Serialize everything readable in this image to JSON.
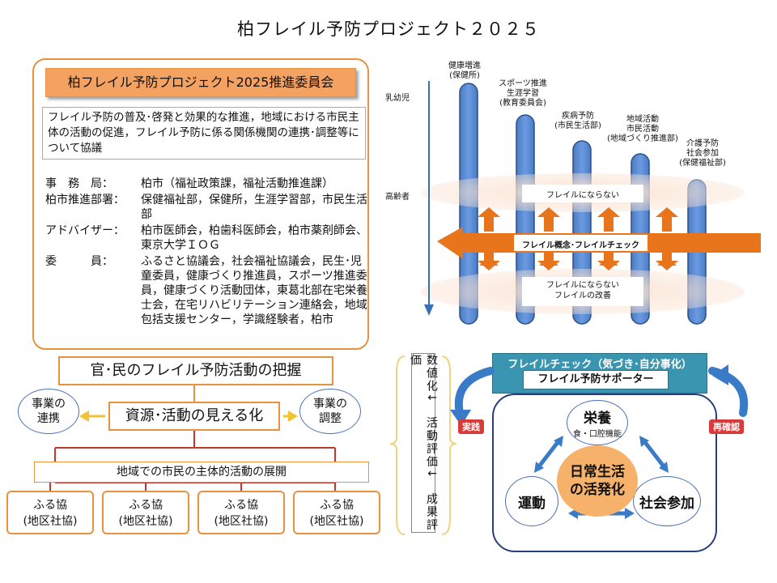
{
  "title": "柏フレイル予防プロジェクト２０２５",
  "committee": {
    "heading": "柏フレイル予防プロジェクト2025推進委員会",
    "description": "フレイル予防の普及･啓発と効果的な推進，地域における市民主体の活動の促進，フレイル予防に係る関係機関の連携･調整等について協議",
    "members": [
      {
        "label": "事　務　局：",
        "value": "柏市（福祉政策課，福祉活動推進課）"
      },
      {
        "label": "柏市推進部署：",
        "value": "保健福祉部，保健所，生涯学習部，市民生活部"
      },
      {
        "label": "アドバイザー：",
        "value": "柏市医師会，柏歯科医師会，柏市薬剤師会、東京大学ＩＯＧ"
      },
      {
        "label": "委　　　員：",
        "value": "ふるさと協議会，社会福祉協議会，民生･児童委員，健康づくり推進員，スポーツ推進委員，健康づくり活動団体，東葛北部在宅栄養士会，在宅リハビリテーション連絡会，地域包括支援センター，学識経験者，柏市"
      }
    ]
  },
  "activity": {
    "kanmin": "官･民のフレイル予防活動の把握",
    "mieruka": "資源･活動の見える化",
    "renkei": "事業の\n連携",
    "chosei": "事業の\n調整",
    "tenkai": "地域での市民の主体的活動の展開",
    "furu": [
      {
        "line1": "ふる協",
        "line2": "(地区社協)"
      },
      {
        "line1": "ふる協",
        "line2": "(地区社協)"
      },
      {
        "line1": "ふる協",
        "line2": "(地区社協)"
      },
      {
        "line1": "ふる協",
        "line2": "(地区社協)"
      }
    ]
  },
  "evaluation": "数値化↓　活動評価↓　成果評価",
  "pillars": {
    "age_top": "乳幼児",
    "age_bottom": "高齢者",
    "items": [
      {
        "l1": "健康増進",
        "l2": "(保健所)",
        "l3": ""
      },
      {
        "l1": "スポーツ推進",
        "l2": "生涯学習",
        "l3": "(教育委員会)"
      },
      {
        "l1": "疾病予防",
        "l2": "(市民生活部)",
        "l3": ""
      },
      {
        "l1": "地域活動",
        "l2": "市民活動",
        "l3": "(地域づくり推進部)"
      },
      {
        "l1": "介護予防",
        "l2": "社会参加",
        "l3": "(保健福祉部)"
      }
    ],
    "band_top": "フレイルにならない",
    "band_arrow": "フレイル概念･フレイルチェック",
    "band_bottom_1": "フレイルにならない",
    "band_bottom_2": "フレイルの改善"
  },
  "cycle": {
    "check": "フレイルチェック（気づき･自分事化）",
    "supporter": "フレイル予防サポーター",
    "jissen": "実践",
    "sakakunin": "再確認",
    "eiyo": "栄養",
    "eiyo_sub": "食・口腔機能",
    "undo": "運動",
    "shakai": "社会参加",
    "center": "日常生活\nの活発化"
  },
  "colors": {
    "orange": "#e8913e",
    "pillar": "#5b8bd0",
    "arrow": "#e8741c",
    "teal": "#3a95b0",
    "navy": "#2a3f7a",
    "red": "#d93a3a",
    "peach": "#f6b26b"
  }
}
